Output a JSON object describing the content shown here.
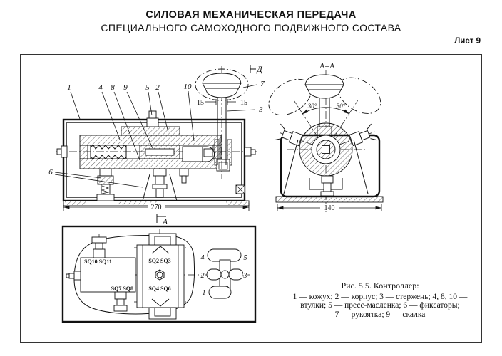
{
  "page": {
    "title_line1": "СИЛОВАЯ МЕХАНИЧЕСКАЯ ПЕРЕДАЧА",
    "title_line2": "СПЕЦИАЛЬНОГО САМОХОДНОГО ПОДВИЖНОГО СОСТАВА",
    "sheet_label": "Лист 9"
  },
  "main_view": {
    "callout_1": "1",
    "callout_2": "2",
    "callout_3": "3",
    "callout_4": "4",
    "callout_5": "5",
    "callout_6": "6",
    "callout_7": "7",
    "callout_8": "8",
    "callout_9": "9",
    "callout_10": "10",
    "dim_width": "270",
    "offset_left": "15",
    "offset_right": "15",
    "view_mark": "Д",
    "section_mark": "А"
  },
  "section_view": {
    "label": "А–А",
    "angle_left": "30°",
    "angle_right": "30°",
    "dim_width": "140"
  },
  "plan_view": {
    "sq_top_left": "SQ10 SQ11",
    "sq_top_center": "SQ2 SQ3",
    "sq_bottom_left": "SQ7 SQ8",
    "sq_bottom_center": "SQ4 SQ6",
    "gate_1": "1",
    "gate_2": "2",
    "gate_3": "3",
    "gate_4": "4",
    "gate_5": "5"
  },
  "caption": {
    "title": "Рис. 5.5. Контроллер:",
    "line1": "1 — кожух; 2 — корпус; 3 — стержень; 4, 8, 10 —",
    "line2": "втулки; 5 — пресс-масленка; 6 — фиксаторы;",
    "line3": "7 — рукоятка; 9 — скалка"
  }
}
